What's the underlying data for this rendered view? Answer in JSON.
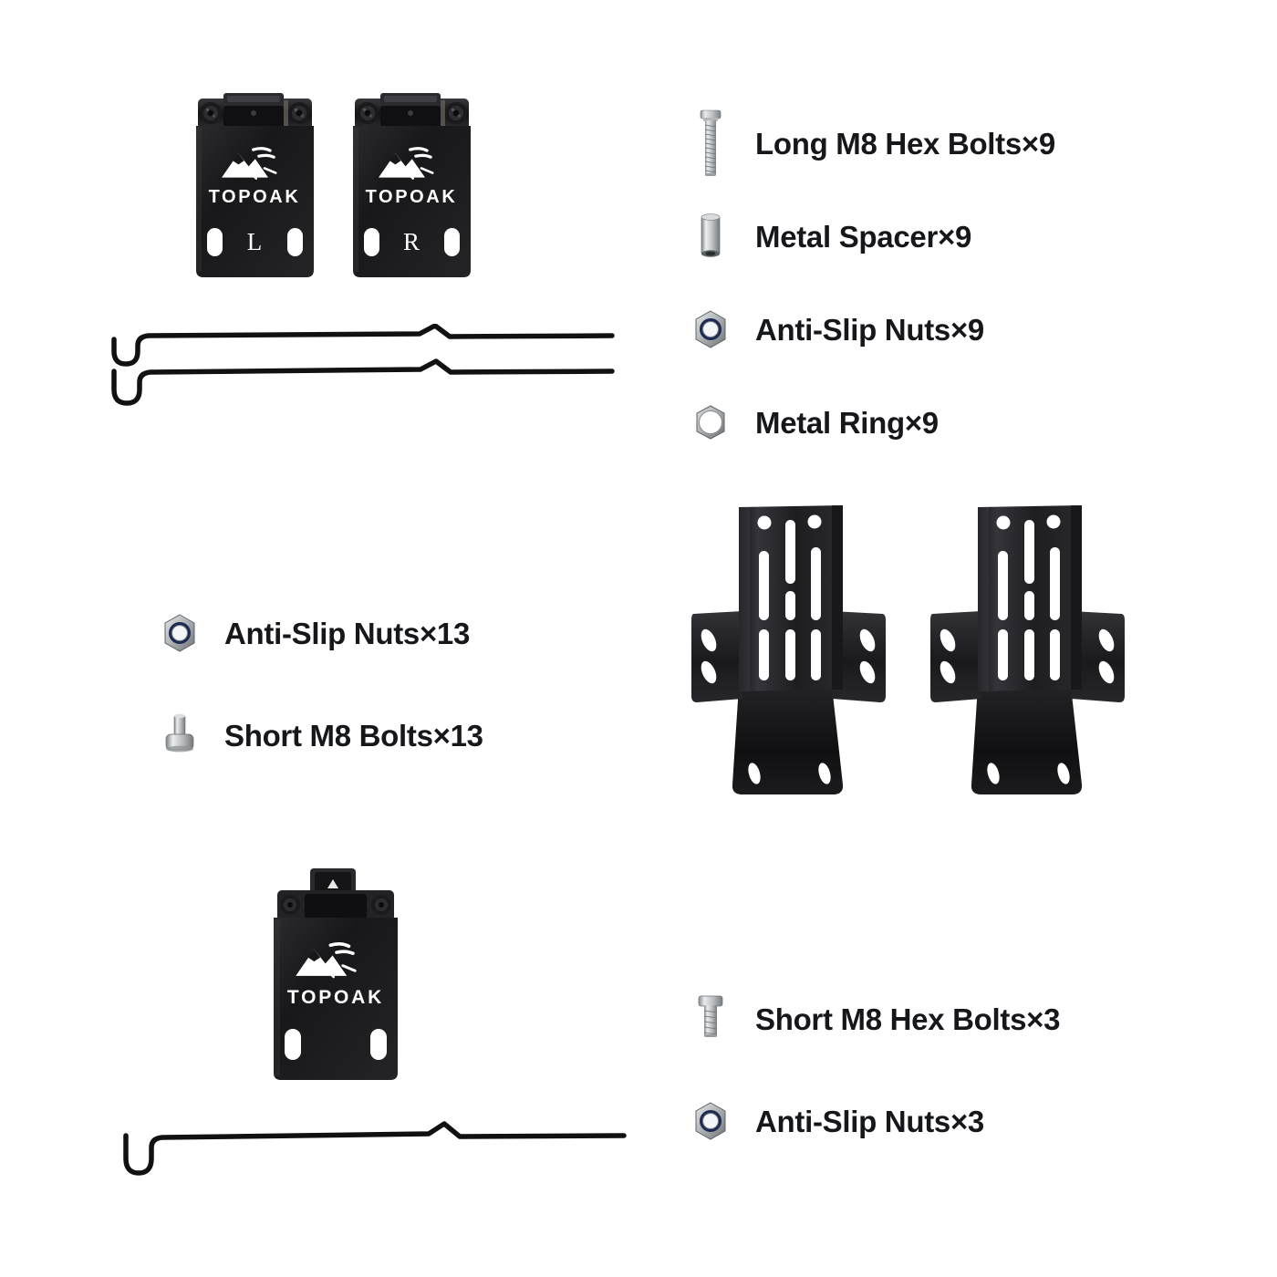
{
  "page": {
    "background_color": "#ffffff",
    "text_color": "#15171a",
    "brand": "TOPOAK"
  },
  "groups": {
    "top_right_list": {
      "items": [
        {
          "icon": "long-hex-bolt-icon",
          "label": "Long M8 Hex Bolts×9",
          "part": "Long M8 Hex Bolts",
          "qty": 9
        },
        {
          "icon": "metal-spacer-icon",
          "label": "Metal Spacer×9",
          "part": "Metal Spacer",
          "qty": 9
        },
        {
          "icon": "anti-slip-nut-icon",
          "label": "Anti-Slip Nuts×9",
          "part": "Anti-Slip Nuts",
          "qty": 9
        },
        {
          "icon": "metal-ring-icon",
          "label": "Metal Ring×9",
          "part": "Metal Ring",
          "qty": 9
        }
      ]
    },
    "mid_left_list": {
      "items": [
        {
          "icon": "anti-slip-nut-icon",
          "label": "Anti-Slip Nuts×13",
          "part": "Anti-Slip Nuts",
          "qty": 13
        },
        {
          "icon": "short-bolt-icon",
          "label": "Short M8 Bolts×13",
          "part": "Short M8 Bolts",
          "qty": 13
        }
      ]
    },
    "bottom_right_list": {
      "items": [
        {
          "icon": "short-hex-bolt-icon",
          "label": "Short M8 Hex Bolts×3",
          "part": "Short M8 Hex Bolts",
          "qty": 3
        },
        {
          "icon": "anti-slip-nut-icon",
          "label": "Anti-Slip Nuts×3",
          "part": "Anti-Slip Nuts",
          "qty": 3
        }
      ]
    }
  },
  "hardware": {
    "top_brackets": {
      "name": "mount-bracket-pair",
      "left_label": "L",
      "right_label": "R",
      "brand_text": "TOPOAK"
    },
    "bottom_bracket": {
      "name": "single-mount-bracket",
      "brand_text": "TOPOAK"
    },
    "slotted_brackets": {
      "name": "slotted-bracket-pair",
      "count": 2
    },
    "wire_stays_top": {
      "name": "wire-stay-pair",
      "count": 2
    },
    "wire_stay_bottom": {
      "name": "wire-stay-single",
      "count": 1
    }
  },
  "colors": {
    "metal_light": "#e7e9ea",
    "metal_mid": "#b9bcbe",
    "metal_dark": "#7e8285",
    "nut_blue": "#1d2a52",
    "bracket_black": "#1c1c1e",
    "wire_black": "#111111"
  }
}
